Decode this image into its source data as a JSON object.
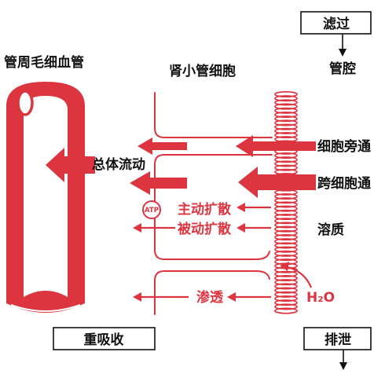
{
  "labels": {
    "filtration": "滤过",
    "lumen": "管腔",
    "peritubular_capillary": "管周毛细血管",
    "tubular_cell": "肾小管细胞",
    "bulk_flow": "总体流动",
    "paracellular": "细胞旁通",
    "transcellular": "跨细胞通",
    "atp": "ATP",
    "active_transport": "主动扩散",
    "passive_diffusion": "被动扩散",
    "solute": "溶质",
    "water": "H₂O",
    "osmosis": "渗透",
    "reabsorption": "重吸收",
    "excretion": "排泄"
  },
  "colors": {
    "accent": "#dc3540",
    "text": "#111111",
    "background": "#ffffff"
  }
}
